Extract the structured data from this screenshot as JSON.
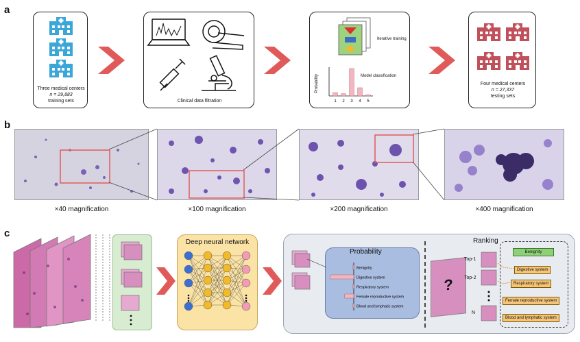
{
  "panels": {
    "a": "a",
    "b": "b",
    "c": "c"
  },
  "panel_a": {
    "training": {
      "line1": "Three medical centers",
      "line2": "n = 29,883",
      "line3": "training sets"
    },
    "filtration": {
      "label": "Clinical data filtration"
    },
    "model": {
      "iterative": "Iterative training",
      "classification": "Model classification",
      "ylabel": "Probability",
      "xticks": [
        "1",
        "2",
        "3",
        "4",
        "5"
      ]
    },
    "testing": {
      "line1": "Four medical centers",
      "line2": "n = 27,337",
      "line3": "testing sets"
    }
  },
  "chart_data": {
    "type": "bar",
    "categories": [
      "1",
      "2",
      "3",
      "4",
      "5"
    ],
    "values": [
      0.12,
      0.08,
      1.0,
      0.3,
      0.04
    ],
    "ylabel": "Probability",
    "title": "",
    "bar_color": "#f4b6be"
  },
  "panel_b": {
    "magnifications": [
      "×40 magnification",
      "×100 magnification",
      "×200 magnification",
      "×400 magnification"
    ]
  },
  "panel_c": {
    "dnn_title": "Deep neural network",
    "probability_title": "Probability",
    "probability_classes": [
      "Benignity",
      "Digestive system",
      "Respiratory system",
      "Female reproductive system",
      "Blood and lymphatic system"
    ],
    "probability_values": [
      0.03,
      0.9,
      0.03,
      0.35,
      0.04
    ],
    "ranking_title": "Ranking",
    "ranks": [
      "Top-1",
      "Top-2",
      "N"
    ],
    "unknown": "?",
    "ranking_classes": [
      "Benignity",
      "Digestive system",
      "Respiratory system",
      "Female reproductive system",
      "Blood and lymphatic system"
    ]
  },
  "colors": {
    "hospital_blue": "#3aa7d8",
    "hospital_red": "#c0505a",
    "chevron": "#e05a5a",
    "dnn_bg": "#fbe3a6",
    "prob_bg": "#a9bde0",
    "green_tag": "#8fcf7a",
    "orange_tag": "#f7c57a",
    "node_blue": "#3b6fd1",
    "node_yellow": "#f2b928",
    "node_pink": "#f29cb3",
    "stain": "#6a4fb0"
  }
}
